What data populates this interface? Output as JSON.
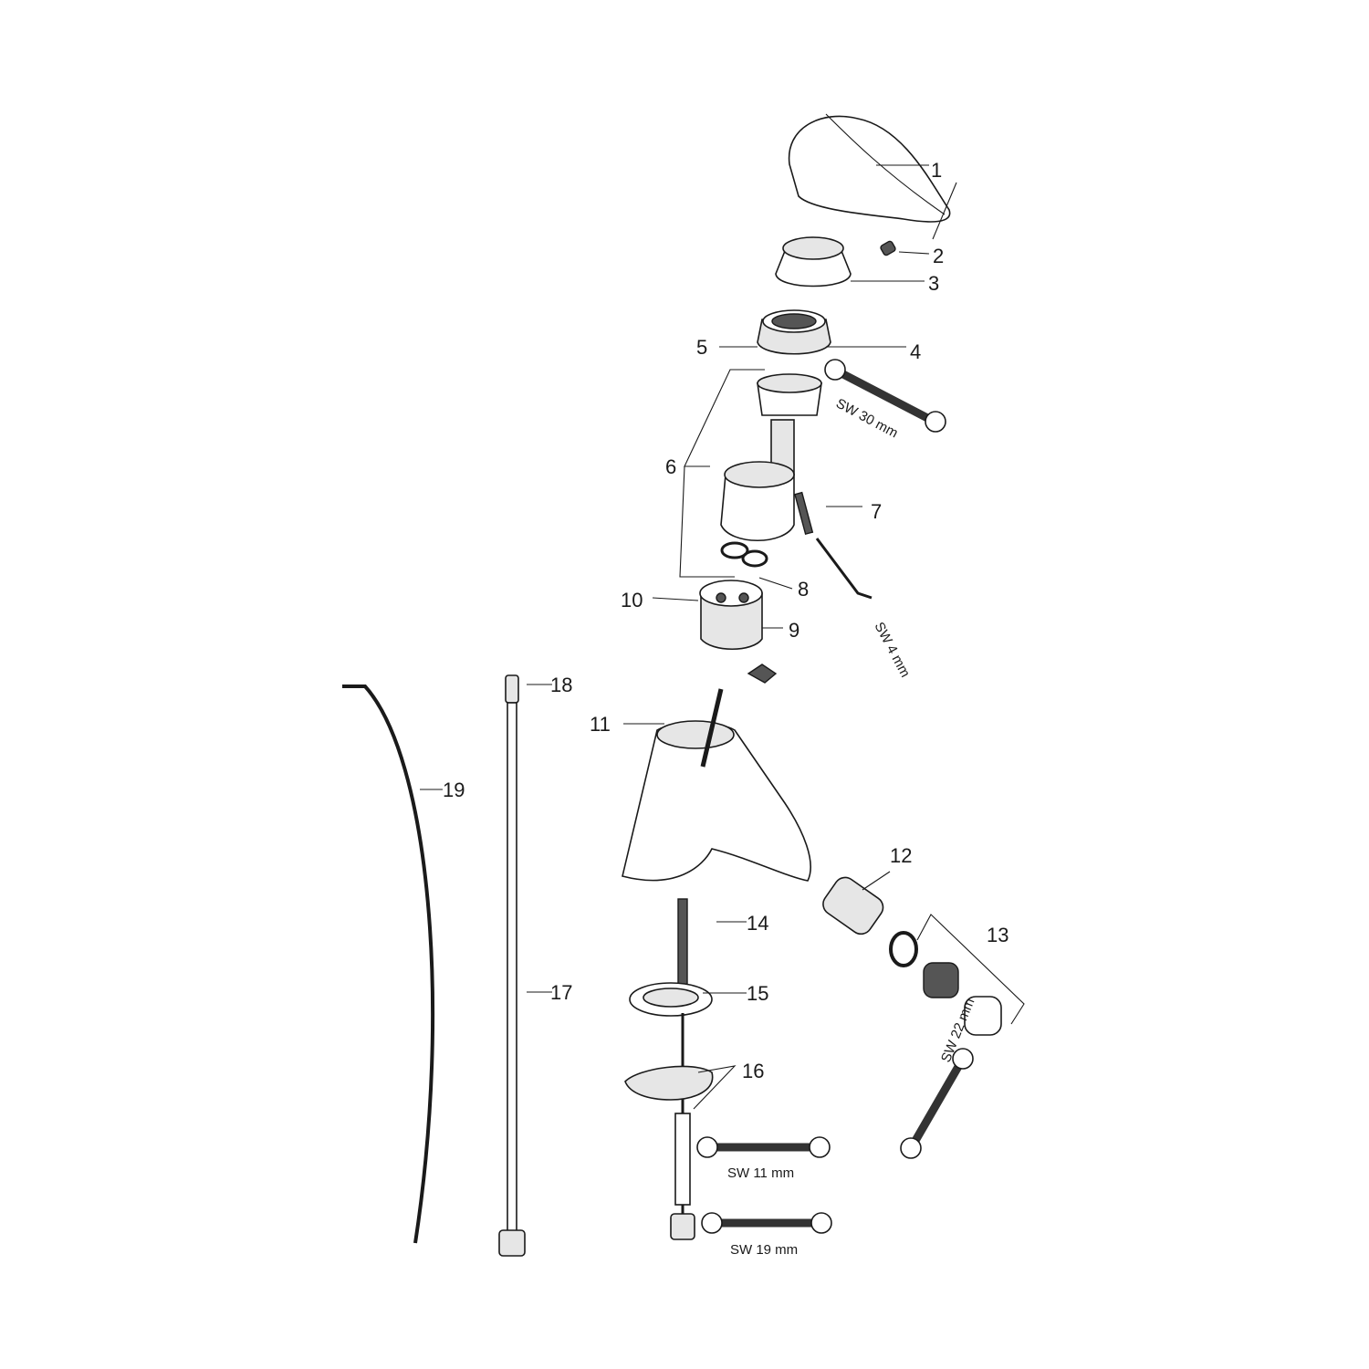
{
  "diagram": {
    "type": "exploded-parts-view",
    "part_numbers": [
      "1",
      "2",
      "3",
      "4",
      "5",
      "6",
      "7",
      "8",
      "9",
      "10",
      "11",
      "12",
      "13",
      "14",
      "15",
      "16",
      "17",
      "18",
      "19"
    ],
    "tools": {
      "sw30": "SW 30 mm",
      "sw4": "SW 4 mm",
      "sw11": "SW 11 mm",
      "sw19": "SW 19 mm",
      "sw22": "SW 22 mm"
    }
  }
}
